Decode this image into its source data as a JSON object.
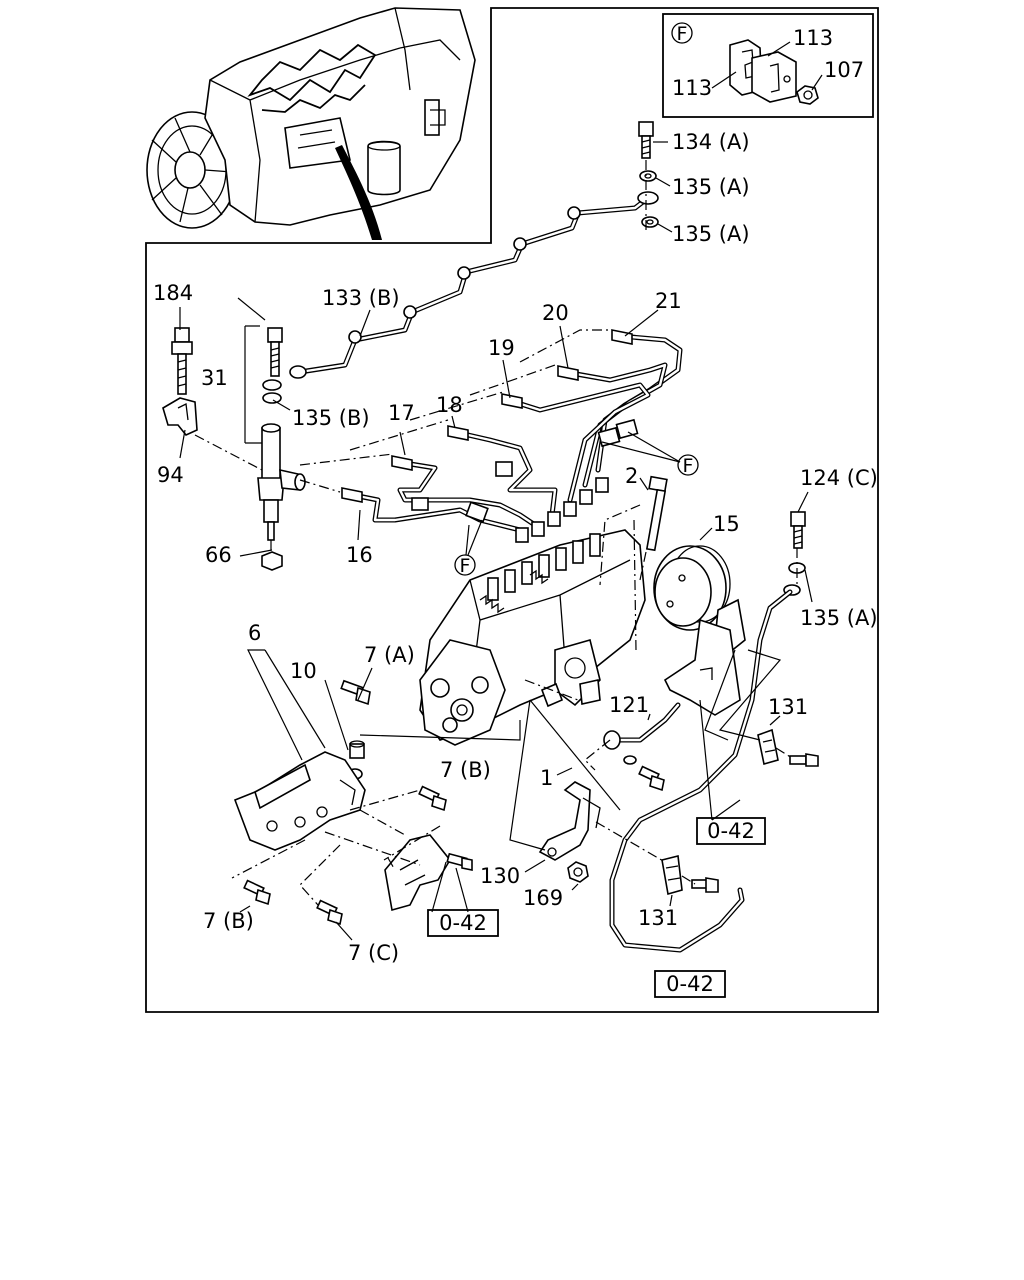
{
  "callout_box": {
    "circle_letter": "F",
    "labels": {
      "a": "113",
      "b": "113",
      "c": "107"
    }
  },
  "labels": {
    "l134a": "134 (A)",
    "l135a_1": "135 (A)",
    "l135a_2": "135 (A)",
    "l184": "184",
    "l133b": "133 (B)",
    "l20": "20",
    "l21": "21",
    "l19": "19",
    "l31": "31",
    "l135b": "135 (B)",
    "l18": "18",
    "l17": "17",
    "l94": "94",
    "lF1": "F",
    "l2": "2",
    "l15": "15",
    "l124c": "124 (C)",
    "l66": "66",
    "l16": "16",
    "lF2": "F",
    "l135a_3": "135 (A)",
    "l6": "6",
    "l7a": "7 (A)",
    "l10": "10",
    "l121": "121",
    "l131a": "131",
    "l7b_1": "7 (B)",
    "l1": "1",
    "ref_042_1": "0-42",
    "l130": "130",
    "l169": "169",
    "l131b": "131",
    "l7b_2": "7 (B)",
    "ref_042_2": "0-42",
    "l7c": "7 (C)",
    "ref_042_3": "0-42"
  }
}
